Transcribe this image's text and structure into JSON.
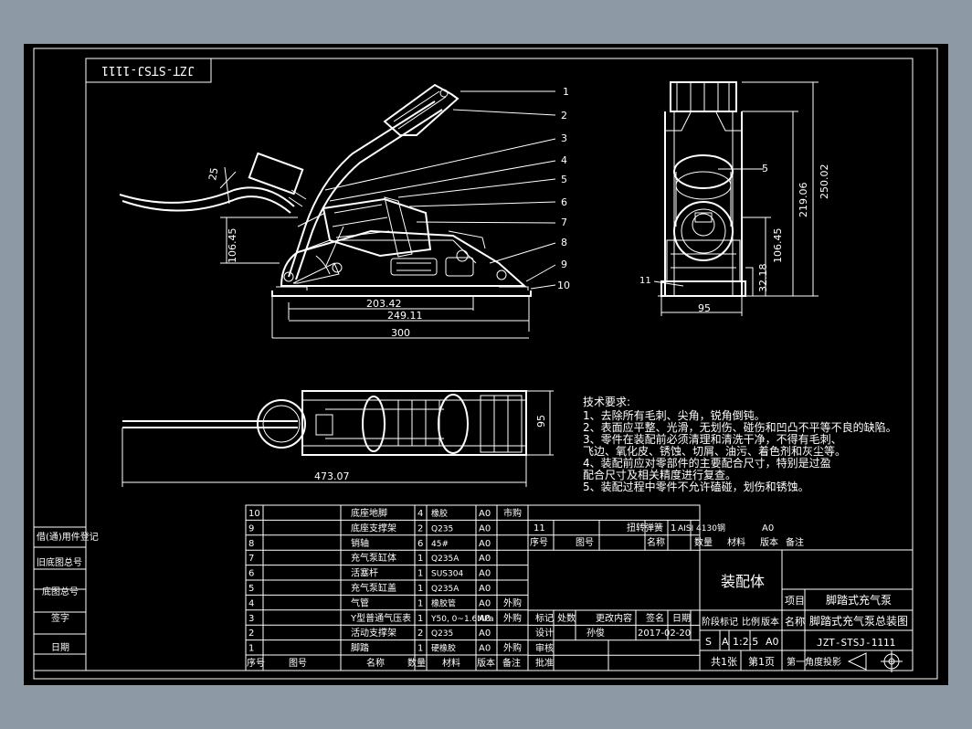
{
  "drawing": {
    "title_flipped": "JZT-STSJ-1111",
    "callouts": [
      "1",
      "2",
      "3",
      "4",
      "5",
      "6",
      "7",
      "8",
      "9",
      "10",
      "11"
    ],
    "side_callouts": [
      "5",
      "11"
    ],
    "dims": {
      "d25": "25",
      "d10645": "106.45",
      "d20342": "203.42",
      "d24911": "249.11",
      "d300": "300",
      "d21906": "219.06",
      "d25002": "250.02",
      "d10645b": "106.45",
      "d3218": "32.18",
      "d95": "95",
      "d95b": "95",
      "d47307": "473.07"
    }
  },
  "tech": {
    "title": "技术要求:",
    "lines": [
      "1、去除所有毛刺、尖角，锐角倒钝。",
      "2、表面应平整、光滑，无划伤、碰伤和凹凸不平等不良的缺陷。",
      "3、零件在装配前必须清理和清洗干净，不得有毛刺、",
      "飞边、氧化皮、锈蚀、切屑、油污、着色剂和灰尘等。",
      "4、装配前应对零部件的主要配合尺寸，特别是过盈",
      "配合尺寸及相关精度进行复查。",
      "5、装配过程中零件不允许磕碰，划伤和锈蚀。"
    ]
  },
  "left_block": [
    "借(通)用件登记",
    "旧底图总号",
    "底图总号",
    "签字",
    "日期"
  ],
  "bom": {
    "rows": [
      {
        "no": "10",
        "name": "底座地脚",
        "qty": "4",
        "mat": "橡胶",
        "ver": "A0",
        "note": "市购"
      },
      {
        "no": "9",
        "name": "底座支撑架",
        "qty": "2",
        "mat": "Q235",
        "ver": "A0",
        "note": ""
      },
      {
        "no": "8",
        "name": "销轴",
        "qty": "6",
        "mat": "45#",
        "ver": "A0",
        "note": ""
      },
      {
        "no": "7",
        "name": "充气泵缸体",
        "qty": "1",
        "mat": "Q235A",
        "ver": "A0",
        "note": ""
      },
      {
        "no": "6",
        "name": "活塞杆",
        "qty": "1",
        "mat": "SUS304",
        "ver": "A0",
        "note": ""
      },
      {
        "no": "5",
        "name": "充气泵缸盖",
        "qty": "1",
        "mat": "Q235A",
        "ver": "A0",
        "note": ""
      },
      {
        "no": "4",
        "name": "气管",
        "qty": "1",
        "mat": "橡胶管",
        "ver": "A0",
        "note": "外购"
      },
      {
        "no": "3",
        "name": "Y型普通气压表",
        "qty": "1",
        "mat": "Y50, 0~1.6MPa",
        "ver": "A0",
        "note": "外购"
      },
      {
        "no": "2",
        "name": "活动支撑架",
        "qty": "2",
        "mat": "Q235",
        "ver": "A0",
        "note": ""
      },
      {
        "no": "1",
        "name": "脚踏",
        "qty": "1",
        "mat": "硬橡胶",
        "ver": "A0",
        "note": "外购"
      }
    ],
    "header": {
      "no": "序号",
      "code": "图号",
      "name": "名称",
      "qty": "数量",
      "mat": "材料",
      "ver": "版本",
      "note": "备注"
    },
    "row11": {
      "no": "11",
      "name": "扭转弹簧",
      "qty": "1",
      "mat": "AISI 4130钢",
      "ver": "A0"
    }
  },
  "title_block": {
    "assembly": "装配体",
    "item_label": "项目",
    "item_value": "脚踏式充气泵",
    "name_label": "名称",
    "name_value": "脚踏式充气泵总装图",
    "drawing_no": "JZT-STSJ-1111",
    "rev_headers": [
      "标记",
      "处数",
      "更改内容",
      "签名",
      "日期"
    ],
    "design_label": "设计",
    "designer": "孙俊",
    "date": "2017-02-20",
    "check_label": "审核",
    "approve_label": "批准",
    "stage_label": "阶段标记",
    "scale_label": "比例",
    "version_label": "版本",
    "stage_s": "S",
    "stage_a": "A",
    "scale": "1:2.5",
    "version": "A0",
    "sheets": "共1张",
    "sheet": "第1页",
    "projection": "第一角度投影"
  }
}
